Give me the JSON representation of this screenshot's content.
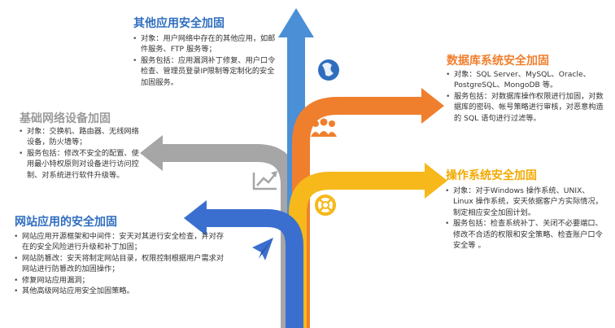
{
  "colors": {
    "blue_light": "#4b8fd6",
    "orange": "#f07f2d",
    "yellow": "#f6b81a",
    "gray": "#a6a6a6",
    "blue_dark": "#3a6fd0",
    "title_blue": "#2f6ebf",
    "title_orange": "#f07f2d",
    "title_gray": "#9b9b9b",
    "title_yellow": "#f2a900"
  },
  "sections": {
    "other_app": {
      "title": "其他应用安全加固",
      "items": [
        "对象：用户网络中存在的其他应用，如邮件服务、FTP 服务等；",
        "服务包括：应用漏洞补丁修复、用户口令检查、管理员登录IP限制等定制化的安全加固服务。"
      ]
    },
    "database": {
      "title": "数据库系统安全加固",
      "items": [
        "对象：SQL Server、MySQL、Oracle、PostgreSQL、MongoDB 等。",
        "服务包括：对数据库操作权限进行加固，对数据库的密码、帐号策略进行审核，对恶意构造的 SQL 语句进行过滤等。"
      ]
    },
    "network_device": {
      "title": "基础网络设备加固",
      "items": [
        "对象：交换机、路由器、无线网络设备，防火墙等；",
        "服务包括：修改不安全的配置、使用最小特权原则对设备进行访问控制、对系统进行软件升级等。"
      ]
    },
    "os": {
      "title": "操作系统安全加固",
      "items": [
        "对象：对于Windows 操作系统、UNIX、Linux 操作系统，安天依据客户方实际情况，制定相应安全加固计划。",
        "服务包括：检查系统补丁、关闭不必要端口、修改不合适的权限和安全策略、检查账户口令安全等 。"
      ]
    },
    "website": {
      "title": "网站应用的安全加固",
      "items": [
        "网站应用开源框架和中间件：安天对其进行安全检查，并对存在的安全风险进行升级和补丁加固；",
        "网站防篡改：安天将制定网站目录，权限控制根据用户需求对网站进行防篡改的加固操作；",
        "修复网站应用漏洞；",
        "其他高级网站应用安全加固策略。"
      ]
    }
  },
  "icons": {
    "globe": "globe-icon",
    "users": "users-icon",
    "chart": "trend-chart-icon",
    "lifebuoy": "lifebuoy-icon",
    "plane": "paper-plane-icon"
  }
}
